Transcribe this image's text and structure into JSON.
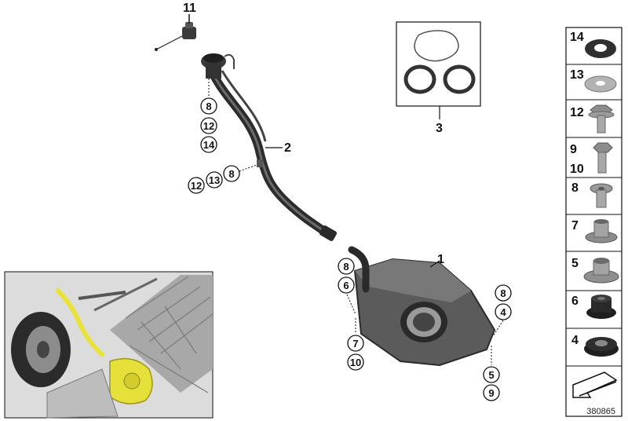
{
  "diagram": {
    "callouts": {
      "c11": "11",
      "c2": "2",
      "c3": "3",
      "c1": "1",
      "hose_8": "8",
      "hose_12": "12",
      "hose_14": "14",
      "clip_12": "12",
      "clip_13": "13",
      "clip_8": "8",
      "tank_left_8": "8",
      "tank_left_6": "6",
      "tank_left_7": "7",
      "tank_left_10": "10",
      "tank_right_8": "8",
      "tank_right_4": "4",
      "tank_right_5": "5",
      "tank_right_9": "9"
    },
    "side_legend": {
      "items": [
        {
          "label": "14",
          "icon": "washer-icon"
        },
        {
          "label": "13",
          "icon": "flat-washer-icon"
        },
        {
          "label": "12",
          "icon": "hex-bolt-flange-icon"
        },
        {
          "label": "9",
          "label2": "10",
          "icon": "hex-bolt-icon"
        },
        {
          "label": "8",
          "icon": "collar-screw-icon"
        },
        {
          "label": "7",
          "icon": "spacer-sleeve-icon"
        },
        {
          "label": "5",
          "icon": "bushing-icon"
        },
        {
          "label": "6",
          "icon": "rubber-mount-icon"
        },
        {
          "label": "4",
          "icon": "grommet-icon"
        }
      ],
      "footer_icon": "arrow-direction-icon"
    },
    "diagram_number": "380865"
  }
}
